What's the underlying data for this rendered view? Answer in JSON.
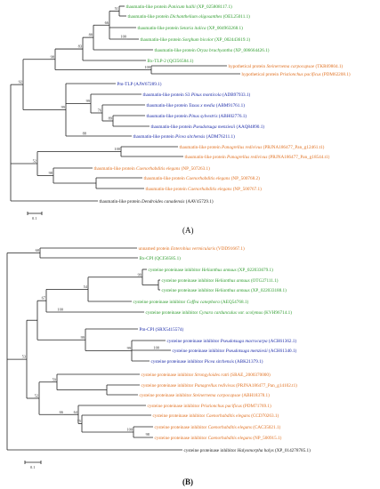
{
  "panels": [
    {
      "id": "A",
      "label": "(A)",
      "scale": "0.1",
      "leaves": [
        {
          "name": "thaumatin-like protein",
          "species": "Panicum hallii",
          "acc": "(XP_025808117.1)",
          "color": "#2e9c2e"
        },
        {
          "name": "thaumatin-like protein",
          "species": "Dichanthelium oligosanthes",
          "acc": "(OEL25011.1)",
          "color": "#2e9c2e"
        },
        {
          "name": "thaumatin-like protein",
          "species": "Setaria italica",
          "acc": "(XP_004963268.1)",
          "color": "#2e9c2e"
        },
        {
          "name": "thaumatin-like protein",
          "species": "Sorghum bicolor",
          "acc": "(XP_002443619.1)",
          "color": "#2e9c2e"
        },
        {
          "name": "thaumatin-like protein",
          "species": "Oryza brachyantha",
          "acc": "(XP_006664426.1)",
          "color": "#2e9c2e"
        },
        {
          "name": "Bx-TLP-2",
          "species": "",
          "acc": "(QCI56584.1)",
          "color": "#2e9c2e"
        },
        {
          "name": "hypothetical protein",
          "species": "Steinernema carpocapsae",
          "acc": "(TKR69804.1)",
          "color": "#e07020"
        },
        {
          "name": "hypothetical protein",
          "species": "Pristionchus pacificus",
          "acc": "(PDM62208.1)",
          "color": "#e07020"
        },
        {
          "name": "Pm-TLP",
          "species": "",
          "acc": "(AJW67289.1)",
          "color": "#1a2aa8"
        },
        {
          "name": "thaumatin-like protein S3",
          "species": "Pinus monticola",
          "acc": "(ADB97933.1)",
          "color": "#1a2aa8"
        },
        {
          "name": "thaumatin-like protein",
          "species": "Taxus x media",
          "acc": "(ABM91761.1)",
          "color": "#1a2aa8"
        },
        {
          "name": "thaumatin-like protein",
          "species": "Pinus sylvestris",
          "acc": "(ABH02776.1)",
          "color": "#1a2aa8"
        },
        {
          "name": "thaumatin-like protein",
          "species": "Pseudotsuga menziesii",
          "acc": "(AAQ84890.1)",
          "color": "#1a2aa8"
        },
        {
          "name": "thaumatin-like protein",
          "species": "Picea sitchensis",
          "acc": "(ADM76211.1)",
          "color": "#1a2aa8"
        },
        {
          "name": "thaumatin-like protein",
          "species": "Panagrellus redivivus",
          "acc": "(PRJNA186477_Pan_g12461.t1)",
          "color": "#e07020"
        },
        {
          "name": "thaumatin-like protein",
          "species": "Panagrellus redivivus",
          "acc": "(PRJNA186477_Pan_g18544.t1)",
          "color": "#e07020"
        },
        {
          "name": "thaumatin-like protein",
          "species": "Caenorhabditis elegans",
          "acc": "(NP_507263.1)",
          "color": "#e07020"
        },
        {
          "name": "thaumatin-like protein",
          "species": "Caenorhabditis elegans",
          "acc": "(NP_500768.2)",
          "color": "#e07020"
        },
        {
          "name": "thaumatin-like protein",
          "species": "Caenorhabditis elegans",
          "acc": "(NP_500767.1)",
          "color": "#e07020"
        },
        {
          "name": "thaumatin-like protein",
          "species": "Dendroides canadensis",
          "acc": "(AAV45729.1)",
          "color": "#222222"
        }
      ],
      "bootstraps": [
        "51",
        "100",
        "66",
        "88",
        "83",
        "98",
        "100",
        "99",
        "99",
        "76",
        "89",
        "88",
        "92",
        "52",
        "100",
        "98"
      ]
    },
    {
      "id": "B",
      "label": "(B)",
      "scale": "0.1",
      "leaves": [
        {
          "name": "unnamed protein",
          "species": "Enterobius vermicularis",
          "acc": "(VDD91667.1)",
          "color": "#e07020"
        },
        {
          "name": "Bx-CPI",
          "species": "",
          "acc": "(QCI56585.1)",
          "color": "#2e9c2e"
        },
        {
          "name": "cysteine proteinase inhibitor",
          "species": "Helianthus annuus",
          "acc": "(XP_022033679.1)",
          "color": "#2e9c2e"
        },
        {
          "name": "cysteine proteinase inhibitor",
          "species": "Helianthus annuus",
          "acc": "(OTG27111.1)",
          "color": "#2e9c2e"
        },
        {
          "name": "cysteine proteinase inhibitor",
          "species": "Helianthus annuus",
          "acc": "(XP_022033188.1)",
          "color": "#2e9c2e"
        },
        {
          "name": "cysteine proteinase inhibitor",
          "species": "Coffea canephora",
          "acc": "(AEQ54768.1)",
          "color": "#2e9c2e"
        },
        {
          "name": "cysteine proteinase inhibitor",
          "species": "Cynara cardunculus var. scolymus",
          "acc": "(KVH96714.1)",
          "color": "#2e9c2e"
        },
        {
          "name": "Pm-CPI",
          "species": "",
          "acc": "(SRX5415574)",
          "color": "#1a2aa8"
        },
        {
          "name": "cysteine proteinase inhibitor",
          "species": "Pseudotsuga macrocarpa",
          "acc": "(ACH61362.1)",
          "color": "#1a2aa8"
        },
        {
          "name": "cysteine proteinase inhibitor",
          "species": "Pseudotsuga menziesii",
          "acc": "(ACH61340.1)",
          "color": "#1a2aa8"
        },
        {
          "name": "cysteine proteinase inhibitor",
          "species": "Picea sitchensis",
          "acc": "(ABK21379.1)",
          "color": "#1a2aa8"
        },
        {
          "name": "cysteine proteinase inhibitor",
          "species": "Strongyloides ratti",
          "acc": "(SRAE_2000370000)",
          "color": "#e07020"
        },
        {
          "name": "cysteine proteinase inhibitor",
          "species": "Panagrellus redivivus",
          "acc": "(PRJNA186477_Pan_g14102.t1)",
          "color": "#e07020"
        },
        {
          "name": "cysteine proteinase inhibitor",
          "species": "Steinernema carpocapsae",
          "acc": "(ABH18378.1)",
          "color": "#e07020"
        },
        {
          "name": "cysteine proteinase inhibitor",
          "species": "Pristionchus pacificus",
          "acc": "(PDM71769.1)",
          "color": "#e07020"
        },
        {
          "name": "cysteine proteinase inhibitor",
          "species": "Caenorhabditis elegans",
          "acc": "(CCD70263.1)",
          "color": "#e07020"
        },
        {
          "name": "cysteine proteinase inhibitor",
          "species": "Caenorhabditis elegans",
          "acc": "(CAC35021.1)",
          "color": "#e07020"
        },
        {
          "name": "cysteine proteinase inhibitor",
          "species": "Caenorhabditis elegans",
          "acc": "(NP_500915.1)",
          "color": "#e07020"
        },
        {
          "name": "cysteine proteinase inhibitor",
          "species": "Halyomorpha halys",
          "acc": "(XP_014278785.1)",
          "color": "#222222"
        }
      ],
      "bootstraps": [
        "68",
        "53",
        "99",
        "100",
        "54",
        "67",
        "99",
        "99",
        "100",
        "52",
        "59",
        "66",
        "64",
        "75",
        "100",
        "98"
      ]
    }
  ]
}
